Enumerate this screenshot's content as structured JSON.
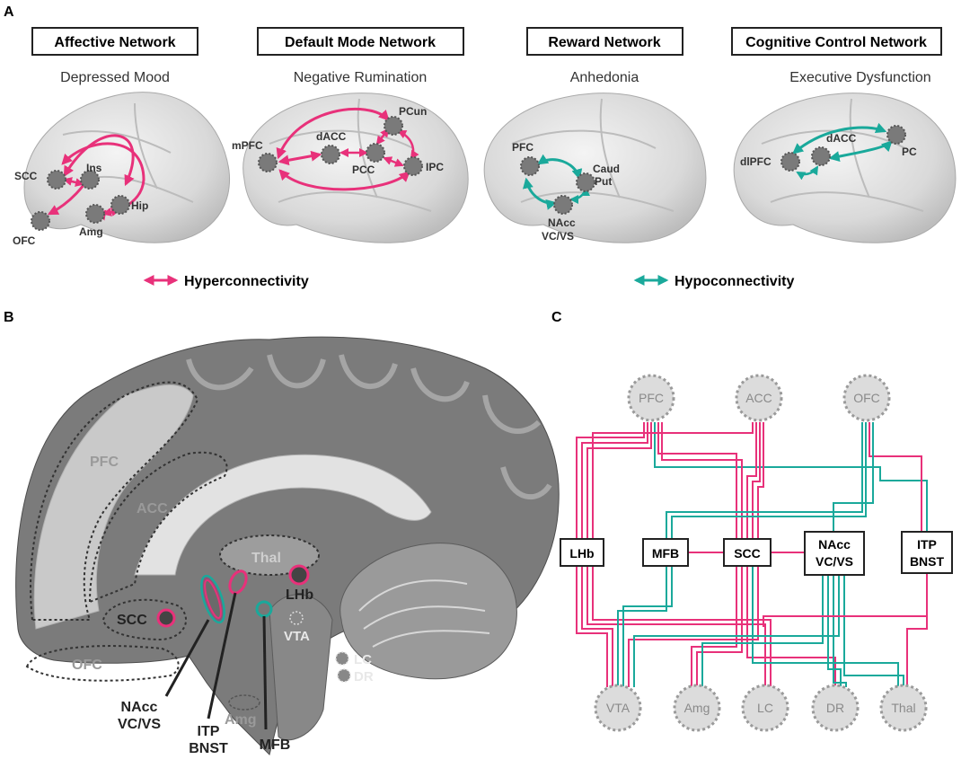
{
  "panel_letters": {
    "a": "A",
    "b": "B",
    "c": "C"
  },
  "networks": [
    {
      "title": "Affective Network",
      "symptom": "Depressed Mood",
      "regions": [
        "SCC",
        "Ins",
        "Hip",
        "Amg",
        "OFC"
      ]
    },
    {
      "title": "Default Mode Network",
      "symptom": "Negative Rumination",
      "regions": [
        "mPFC",
        "dACC",
        "PCun",
        "PCC",
        "IPC"
      ]
    },
    {
      "title": "Reward Network",
      "symptom": "Anhedonia",
      "regions": [
        "PFC",
        "Caud",
        "Put",
        "NAcc",
        "VC/VS"
      ]
    },
    {
      "title": "Cognitive Control Network",
      "symptom": "Executive Dysfunction",
      "regions": [
        "dlPFC",
        "dACC",
        "PC"
      ]
    }
  ],
  "legend": {
    "hyper": "Hyperconnectivity",
    "hypo": "Hypoconnectivity"
  },
  "colors": {
    "hyper": "#e8317a",
    "hypo": "#1aa99b",
    "node_fill": "#7a7a7a",
    "panel_c_node": "#dcdcdc"
  },
  "sagittal": {
    "regions": [
      "PFC",
      "ACC",
      "Thal",
      "SCC",
      "OFC",
      "Amg"
    ],
    "nuclei": [
      "LHb",
      "VTA",
      "LC",
      "DR"
    ],
    "callouts": [
      "NAcc",
      "VC/VS",
      "ITP",
      "BNST",
      "MFB"
    ]
  },
  "circuit": {
    "top_nodes": [
      "PFC",
      "ACC",
      "OFC"
    ],
    "mid_nodes": [
      "LHb",
      "MFB",
      "SCC",
      "NAcc",
      "VC/VS",
      "ITP",
      "BNST"
    ],
    "bottom_nodes": [
      "VTA",
      "Amg",
      "LC",
      "DR",
      "Thal"
    ]
  }
}
